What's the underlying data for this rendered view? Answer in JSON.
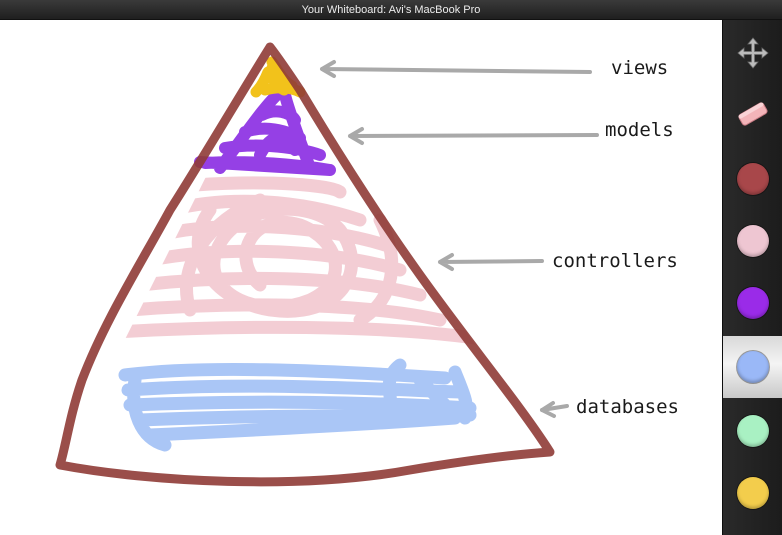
{
  "window": {
    "title": "Your Whiteboard: Avi's MacBook Pro"
  },
  "labels": {
    "views": "views",
    "models": "models",
    "controllers": "controllers",
    "databases": "databases"
  },
  "colors": {
    "outline": "#8f3b36",
    "views": "#f2c21b",
    "models": "#8a2be2",
    "controllers": "#f1c4cd",
    "databases": "#9bbcf5",
    "arrow": "#a9a9a9"
  },
  "toolbar": {
    "tools": [
      {
        "name": "move-tool",
        "icon": "move-icon"
      },
      {
        "name": "eraser-tool",
        "icon": "eraser-icon"
      }
    ],
    "swatches": [
      {
        "name": "color-swatch-red",
        "color": "#a8474a",
        "selected": false
      },
      {
        "name": "color-swatch-pink",
        "color": "#eec6d2",
        "selected": false
      },
      {
        "name": "color-swatch-purple",
        "color": "#9a2be8",
        "selected": false
      },
      {
        "name": "color-swatch-blue",
        "color": "#9ab8f7",
        "selected": true
      },
      {
        "name": "color-swatch-green",
        "color": "#a9f1c3",
        "selected": false
      },
      {
        "name": "color-swatch-yellow",
        "color": "#f3cd4c",
        "selected": false
      }
    ]
  }
}
